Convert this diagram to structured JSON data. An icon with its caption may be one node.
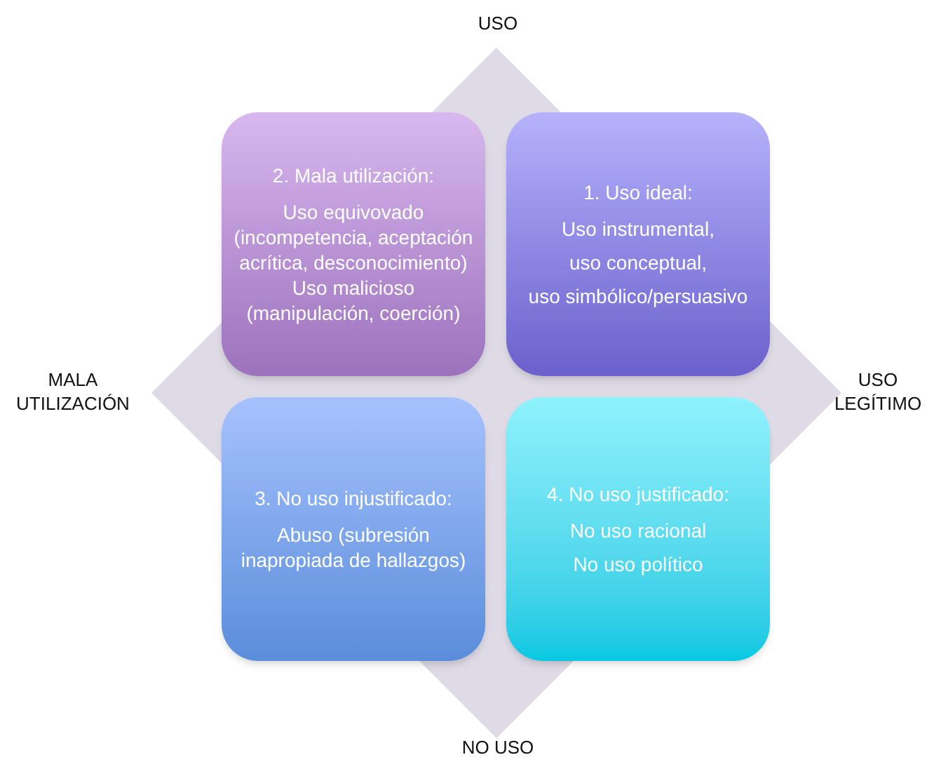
{
  "diagram": {
    "nodes": [
      {
        "text": [
          "2. Mala utilización:",
          "Uso equivovado (incompetencia, aceptación acrítica, desconocimiento) Uso malicioso (manipulación, coerción)"
        ]
      },
      {
        "text": [
          "1. Uso ideal:",
          "Uso instrumental,",
          "uso conceptual,",
          "uso simbólico/persuasivo"
        ]
      },
      {
        "text": [
          "3. No uso injustificado:",
          "Abuso (subresión inapropiada de hallazgos)"
        ]
      },
      {
        "text": [
          "4. No uso justificado:",
          "No uso racional",
          "No uso político"
        ]
      }
    ],
    "labels": [
      "USO",
      "MALA UTILIZACIÓN",
      "USO LEGÍTIMO",
      "NO USO"
    ]
  }
}
